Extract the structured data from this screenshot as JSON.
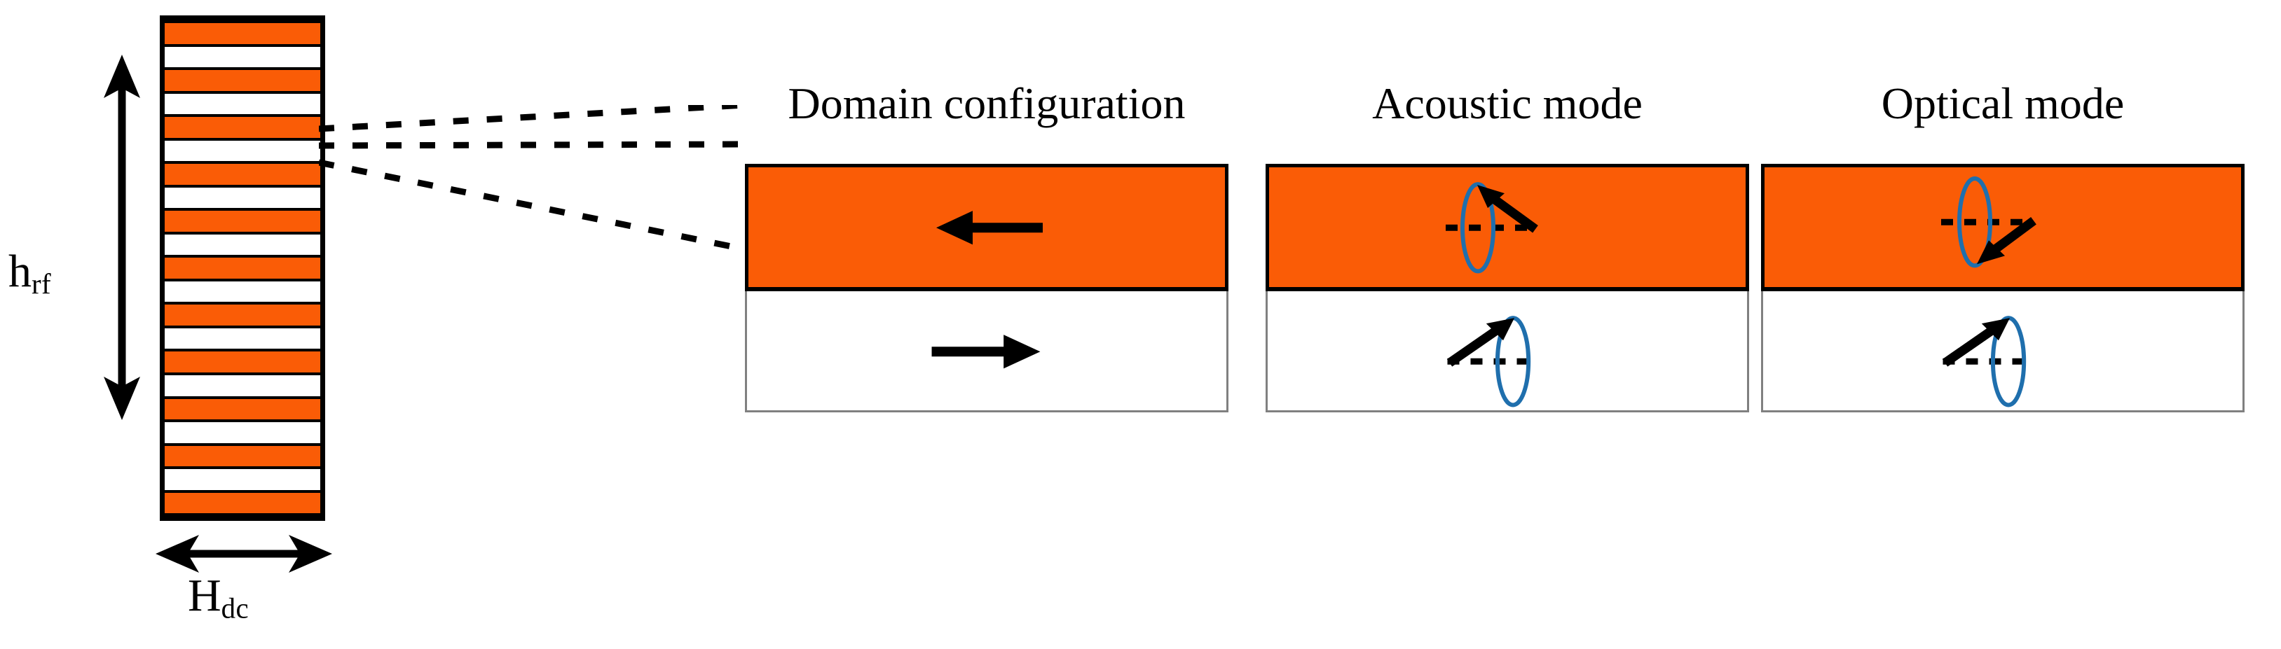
{
  "figure": {
    "background_color": "#ffffff",
    "orange_color": "#FA5C06",
    "outline_color": "#000000",
    "grey_outline_color": "#808080",
    "precession_cone_color": "#1F6FAD"
  },
  "stack": {
    "name": "magnetic-multilayer-stack",
    "layer_count": 21,
    "layer_sequence": [
      "orange",
      "white",
      "orange",
      "white",
      "orange",
      "white",
      "orange",
      "white",
      "orange",
      "white",
      "orange",
      "white",
      "orange",
      "white",
      "orange",
      "white",
      "orange",
      "white",
      "orange",
      "white",
      "orange"
    ]
  },
  "labels": {
    "hrf": {
      "base": "h",
      "sub": "rf"
    },
    "hdc": {
      "base": "H",
      "sub": "dc"
    }
  },
  "panels": [
    {
      "id": "domain-configuration",
      "title": "Domain configuration",
      "top_layer": {
        "fill": "orange",
        "arrow_direction": "left",
        "has_cone": false
      },
      "bottom_layer": {
        "fill": "white",
        "arrow_direction": "right",
        "has_cone": false
      }
    },
    {
      "id": "acoustic-mode",
      "title": "Acoustic mode",
      "top_layer": {
        "fill": "orange",
        "arrow_direction": "up-left",
        "has_cone": true,
        "cone_side": "left",
        "dashed_axis": true
      },
      "bottom_layer": {
        "fill": "white",
        "arrow_direction": "up-right",
        "has_cone": true,
        "cone_side": "right",
        "dashed_axis": true
      }
    },
    {
      "id": "optical-mode",
      "title": "Optical mode",
      "top_layer": {
        "fill": "orange",
        "arrow_direction": "down-left",
        "has_cone": true,
        "cone_side": "left",
        "dashed_axis": true
      },
      "bottom_layer": {
        "fill": "white",
        "arrow_direction": "up-right",
        "has_cone": true,
        "cone_side": "right",
        "dashed_axis": true
      }
    }
  ],
  "leader_lines": {
    "name": "zoom-callout-dashed-lines",
    "count": 3,
    "style": "dashed"
  }
}
